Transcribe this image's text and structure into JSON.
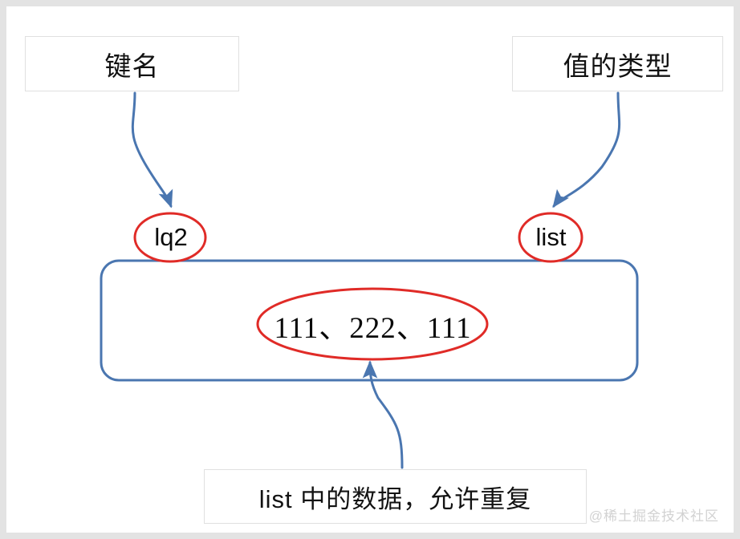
{
  "diagram": {
    "title_boxes": [
      {
        "id": "key-name",
        "label": "键名"
      },
      {
        "id": "value-type",
        "label": "值的类型"
      }
    ],
    "nodes": [
      {
        "id": "key",
        "label": "lq2",
        "shape": "ellipse",
        "stroke": "#e02b27"
      },
      {
        "id": "type",
        "label": "list",
        "shape": "ellipse",
        "stroke": "#e02b27"
      },
      {
        "id": "items",
        "label": "111、222、111",
        "shape": "ellipse",
        "stroke": "#e02b27"
      }
    ],
    "container": {
      "id": "list-container",
      "shape": "rounded-rectangle",
      "stroke": "#4a76b0"
    },
    "caption": {
      "label": "list 中的数据，允许重复"
    },
    "watermark": "@稀土掘金技术社区",
    "colors": {
      "arrow": "#4a76b0",
      "ellipse_stroke": "#e02b27",
      "container_stroke": "#4a76b0",
      "box_border": "#e0e0e0",
      "canvas_frame": "#e3e3e3",
      "page_background": "#d8d8d8",
      "text": "#121212",
      "watermark": "#d2d2d2"
    }
  }
}
